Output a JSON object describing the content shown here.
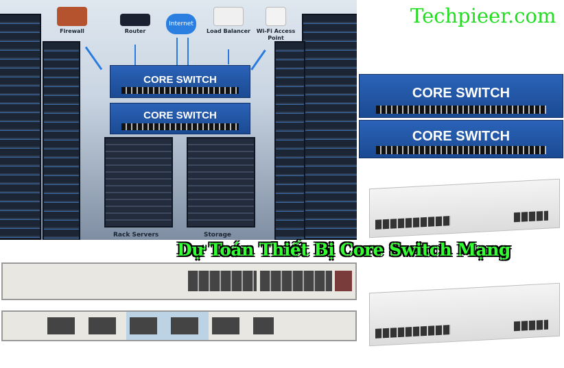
{
  "brand": "Techpieer.com",
  "headline": "Dự Toán Thiết Bị Core Switch Mạng",
  "diagram": {
    "devices": [
      {
        "label": "Firewall",
        "icon": "firewall-icon"
      },
      {
        "label": "Router",
        "icon": "router-icon"
      },
      {
        "label": "Internet",
        "icon": "cloud-icon"
      },
      {
        "label": "Load Balancer",
        "icon": "load-balancer-icon"
      },
      {
        "label": "Wi-Fi Access Point",
        "icon": "wifi-icon"
      }
    ],
    "switch_label": "CORE SWITCH",
    "rack_servers": "Rack Servers",
    "storage": "Storage"
  },
  "colors": {
    "brand_green": "#22dd22",
    "switch_blue": "#2257a8",
    "link_blue": "#2a7be0"
  }
}
